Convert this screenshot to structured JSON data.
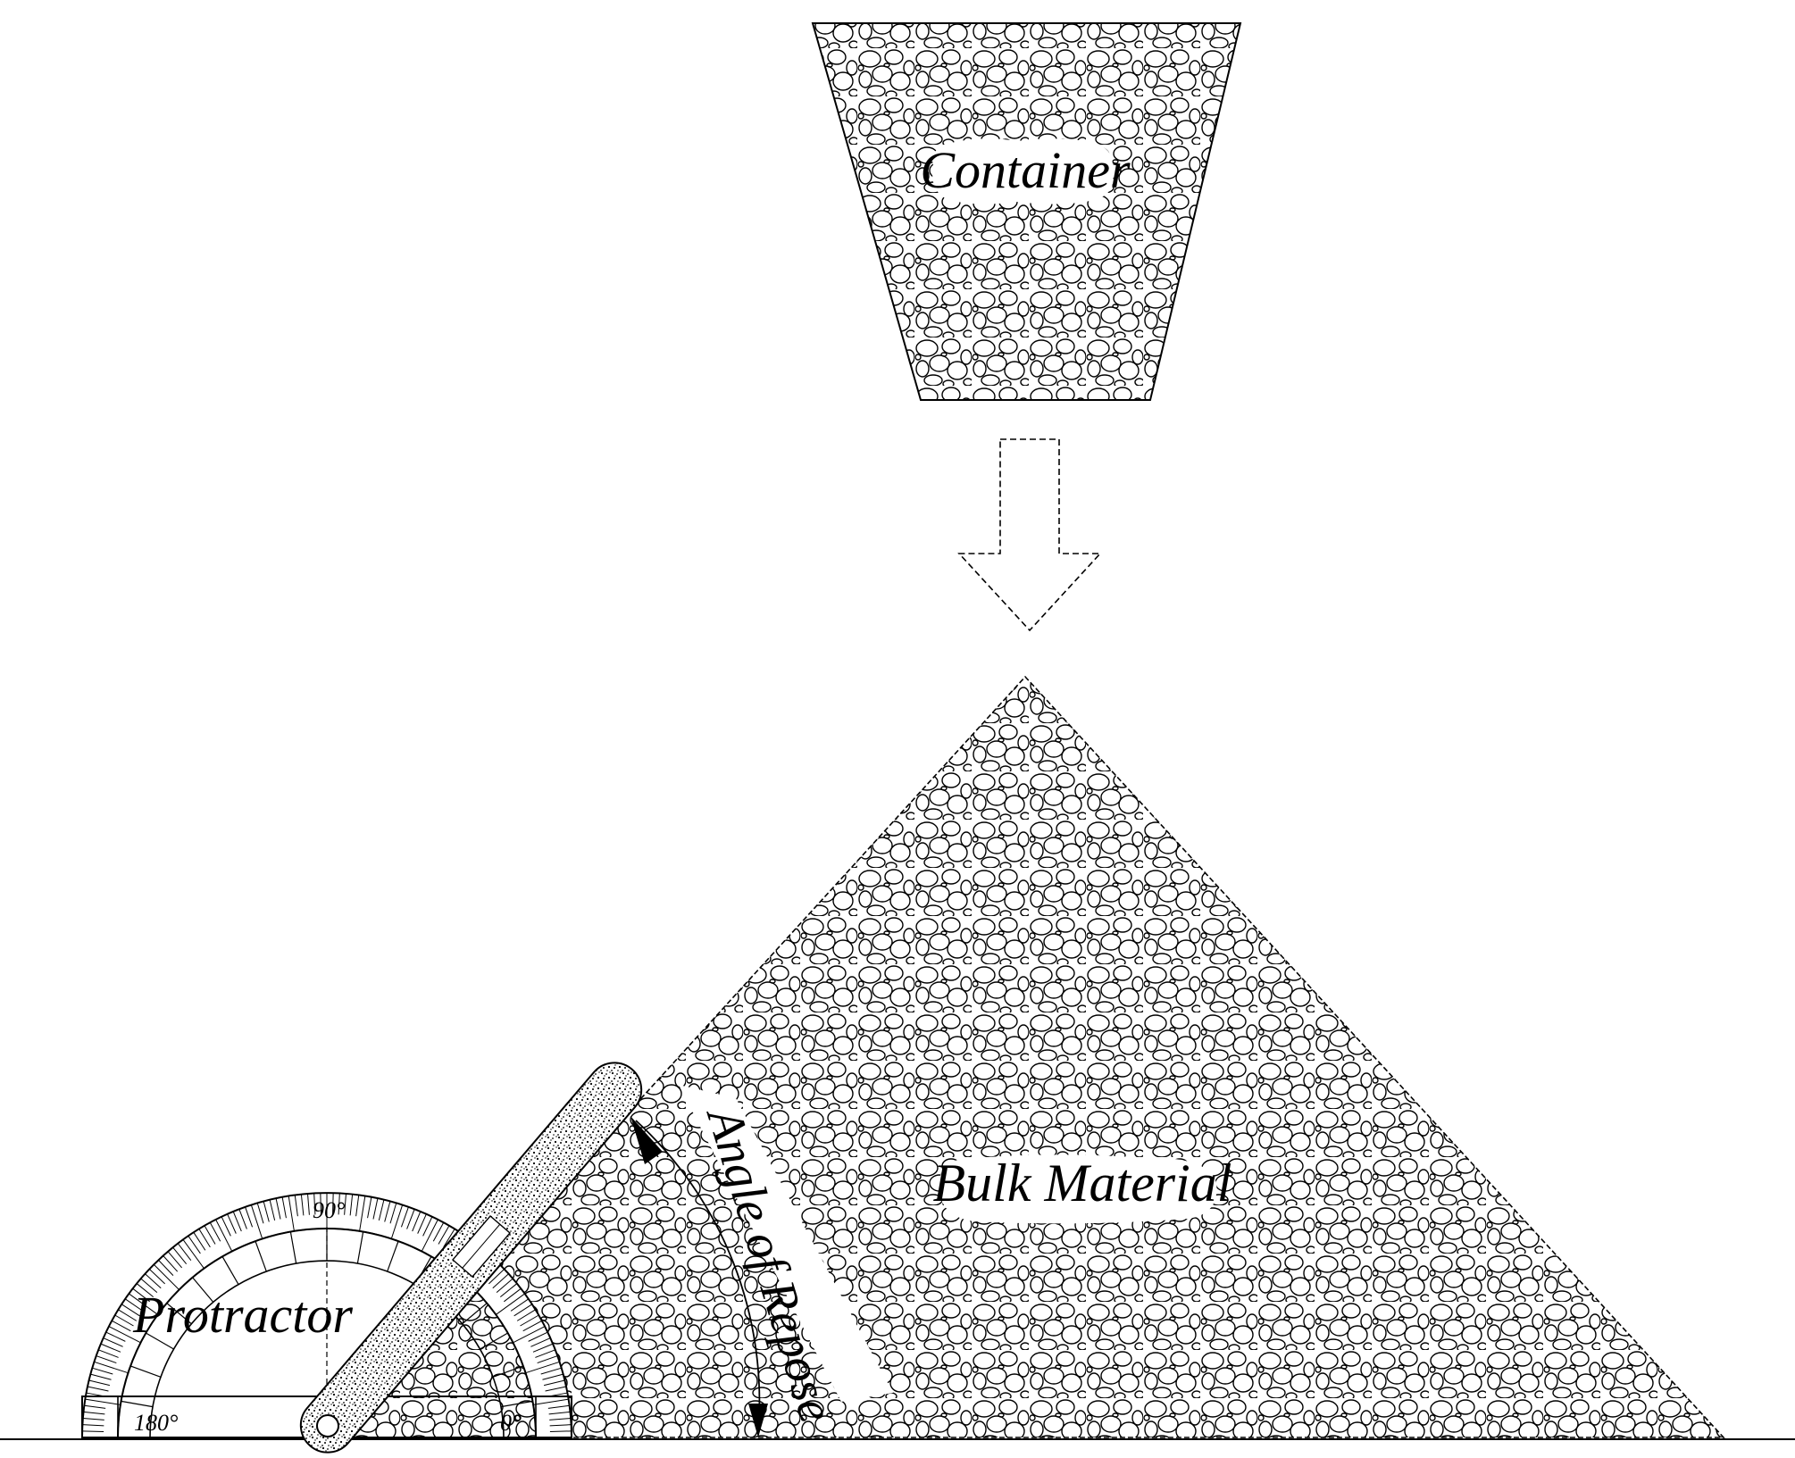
{
  "labels": {
    "container": "Container",
    "bulk_material": "Bulk Material",
    "protractor": "Protractor",
    "angle_of_repose": "Angle of Repose"
  },
  "protractor_scale": {
    "deg_180": "180°",
    "deg_90": "90°",
    "deg_0": "0°"
  },
  "colors": {
    "line": "#000000",
    "background": "#ffffff"
  }
}
